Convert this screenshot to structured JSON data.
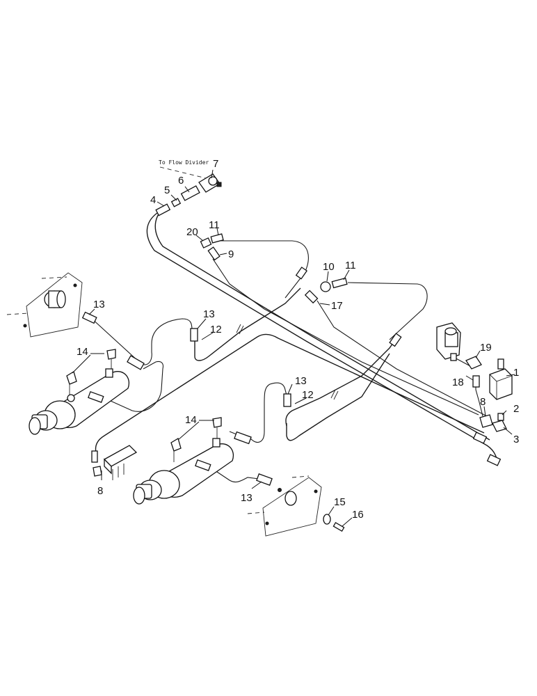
{
  "note": "To Flow Divider",
  "callouts": [
    "1",
    "2",
    "3",
    "4",
    "5",
    "6",
    "7",
    "8",
    "8",
    "9",
    "10",
    "11",
    "11",
    "12",
    "12",
    "13",
    "13",
    "13",
    "13",
    "14",
    "14",
    "15",
    "16",
    "17",
    "18",
    "19",
    "20"
  ]
}
